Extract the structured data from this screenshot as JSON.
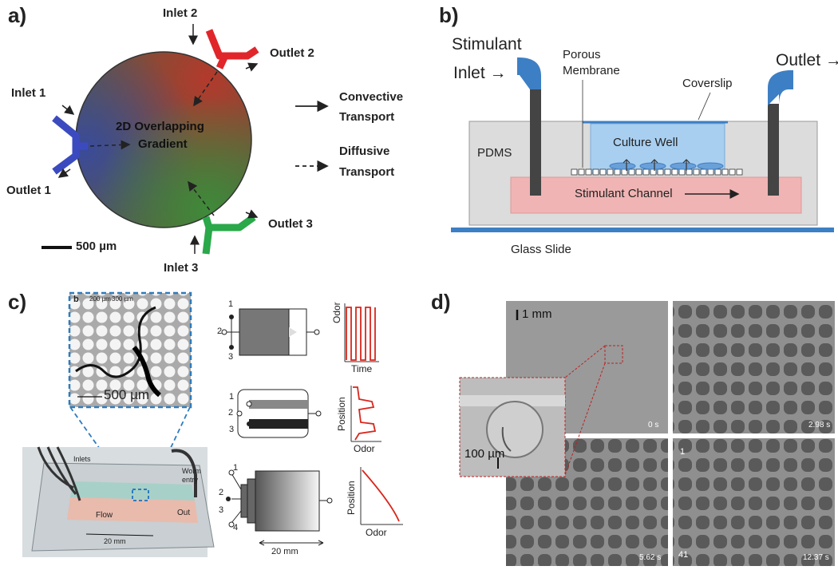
{
  "panel_a": {
    "label": "a)",
    "center_text_1": "2D Overlapping",
    "center_text_2": "Gradient",
    "inlet1": "Inlet 1",
    "outlet1": "Outlet 1",
    "inlet2": "Inlet 2",
    "outlet2": "Outlet 2",
    "inlet3": "Inlet 3",
    "outlet3": "Outlet 3",
    "legend_convective_1": "Convective",
    "legend_convective_2": "Transport",
    "legend_diffusive_1": "Diffusive",
    "legend_diffusive_2": "Transport",
    "scale_bar": "500 µm",
    "colors": {
      "inlet1": "#3b4bbf",
      "inlet2": "#e0262a",
      "inlet3": "#2aa84a"
    }
  },
  "panel_b": {
    "label": "b)",
    "stimulant_1": "Stimulant",
    "stimulant_2": "Inlet →",
    "porous_1": "Porous",
    "porous_2": "Membrane",
    "coverslip": "Coverslip",
    "outlet": "Outlet →",
    "pdms": "PDMS",
    "culture_well": "Culture Well",
    "channel": "Stimulant Channel",
    "glass": "Glass Slide",
    "colors": {
      "pdms": "#dcdcdc",
      "channel": "#f0b4b4",
      "well": "#a9cff0",
      "tube": "#3d7fc4"
    }
  },
  "panel_c": {
    "label": "c)",
    "inset_letter": "b",
    "inset_dim_1": "200 µm",
    "inset_dim_2": "300 µm",
    "inset_scale": "500 µm",
    "photo_inlets": "Inlets",
    "photo_worm_1": "Worm",
    "photo_worm_2": "entry",
    "photo_flow": "Flow",
    "photo_out": "Out",
    "photo_dim": "20 mm",
    "port_nums": [
      "1",
      "2",
      "3"
    ],
    "port_nums_4": [
      "1",
      "2",
      "3",
      "4"
    ],
    "plot1_y": "Odor",
    "plot1_x": "Time",
    "plot2_y": "Position",
    "plot2_x": "Odor",
    "plot3_y": "Position",
    "plot3_x": "Odor",
    "diagram_dim": "20 mm"
  },
  "panel_d": {
    "label": "d)",
    "scale_1": "1 mm",
    "scale_2": "100 µm",
    "time_1": "0 s",
    "time_2": "2.98 s",
    "time_3": "5.62 s",
    "time_4": "12.37 s",
    "count_1": "1",
    "count_2": "41"
  }
}
